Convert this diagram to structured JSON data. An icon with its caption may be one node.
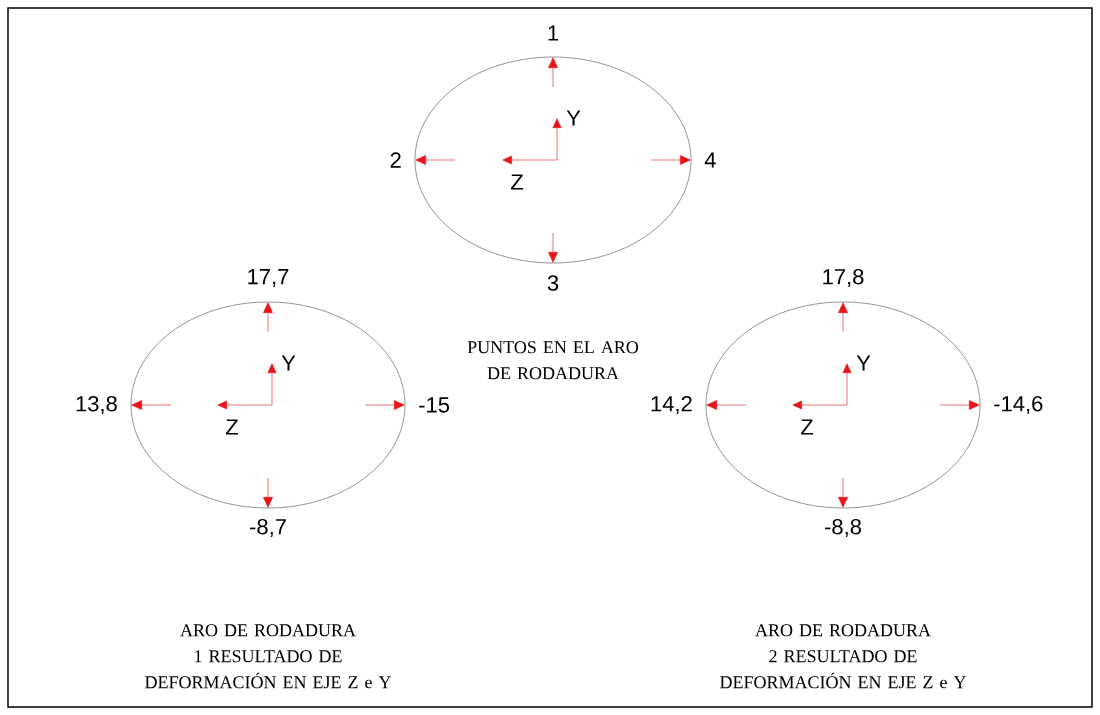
{
  "diagram": {
    "nodes": [
      {
        "text": [],
        "shape": "circle",
        "beside": [
          "1",
          "2",
          "4",
          "3"
        ]
      },
      {
        "text": [],
        "shape": "circle",
        "beside": [
          "17,7",
          "13,8",
          "-15",
          "-8,7"
        ]
      },
      {
        "text": [],
        "shape": "circle",
        "beside": [
          "17,8",
          "14,2",
          "-14,6",
          "-8,8"
        ]
      }
    ],
    "labels": [
      "Y",
      "Z",
      "PUNTOS EN EL ARO DE RODADURA",
      "Y",
      "Y",
      "Z",
      "Z",
      "ARO DE RODADURA 1 RESULTADO DE DEFORMACIÓN EN EJE Z e Y",
      "ARO DE RODADURA 2 RESULTADO DE DEFORMACIÓN EN EJE Z e Y"
    ]
  }
}
